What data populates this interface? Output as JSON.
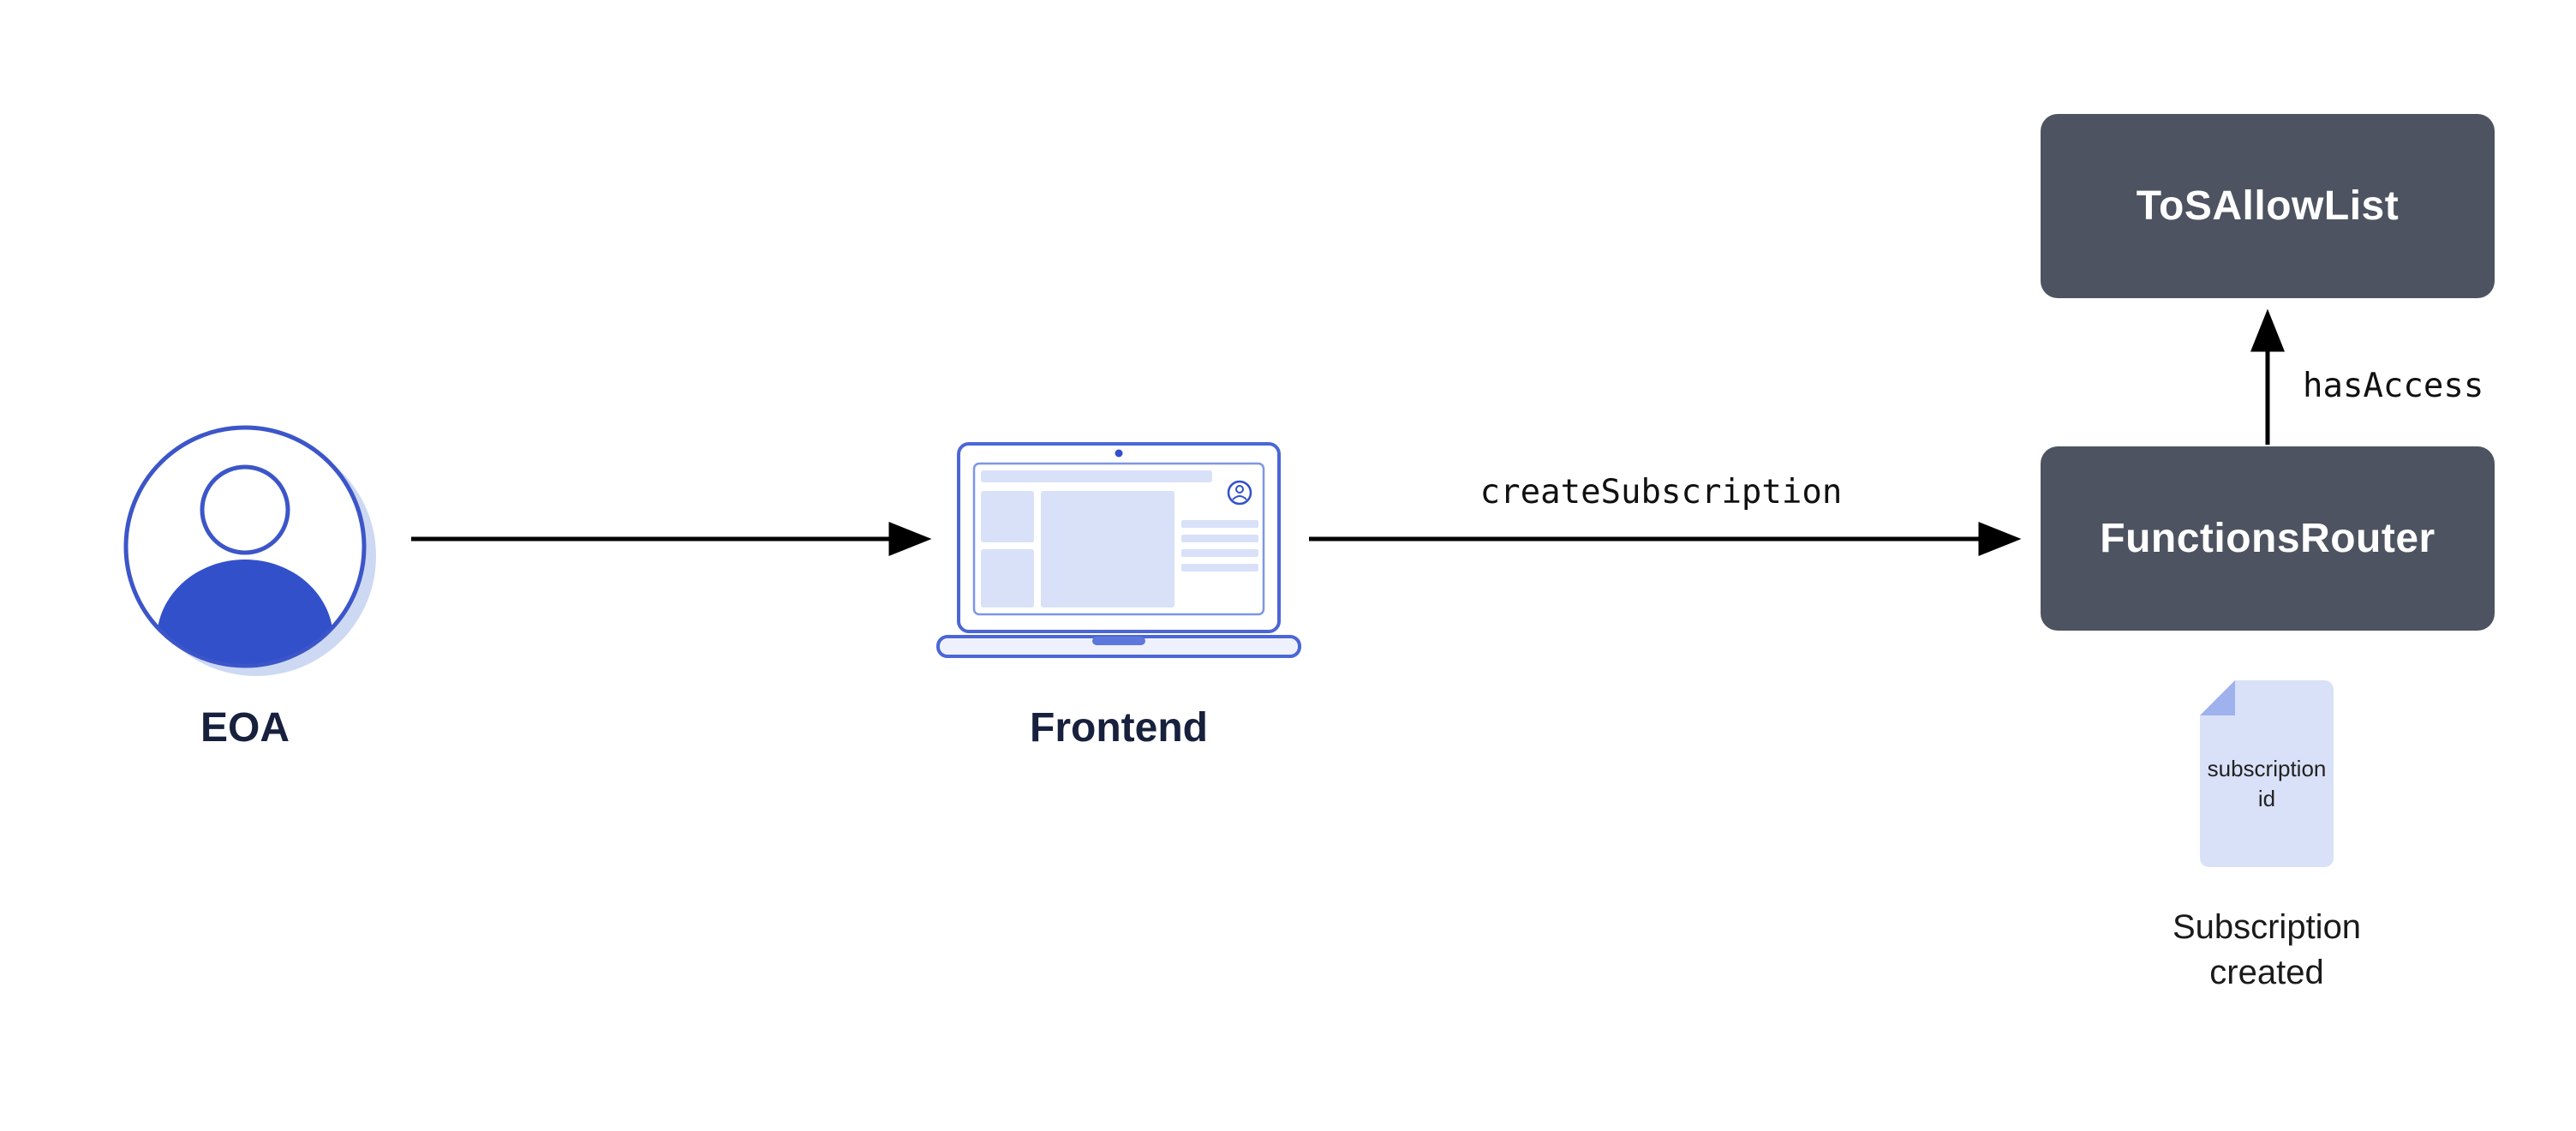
{
  "diagram": {
    "actors": {
      "eoa": {
        "label": "EOA"
      },
      "frontend": {
        "label": "Frontend"
      }
    },
    "nodes": {
      "tos_allow_list": {
        "label": "ToSAllowList"
      },
      "functions_router": {
        "label": "FunctionsRouter"
      }
    },
    "edges": {
      "eoa_to_frontend": {
        "from": "EOA",
        "to": "Frontend"
      },
      "frontend_to_router": {
        "from": "Frontend",
        "to": "FunctionsRouter",
        "label": "createSubscription"
      },
      "router_to_tos": {
        "from": "FunctionsRouter",
        "to": "ToSAllowList",
        "label": "hasAccess"
      }
    },
    "artifact": {
      "document": {
        "line1": "subscription",
        "line2": "id"
      },
      "caption": {
        "line1": "Subscription",
        "line2": "created"
      }
    },
    "icons": {
      "eoa": "user-avatar-icon",
      "frontend": "laptop-icon",
      "artifact": "document-icon"
    },
    "colors": {
      "background": "#ffffff",
      "node_bg": "#4d5360",
      "node_text": "#ffffff",
      "accent_blue": "#3c56c9",
      "fill_blue": "#3350cb",
      "light_lavender": "#d9e1f8",
      "shadow_blue": "#cdd9f3",
      "arrow": "#000000",
      "label_text": "#17213d"
    }
  }
}
